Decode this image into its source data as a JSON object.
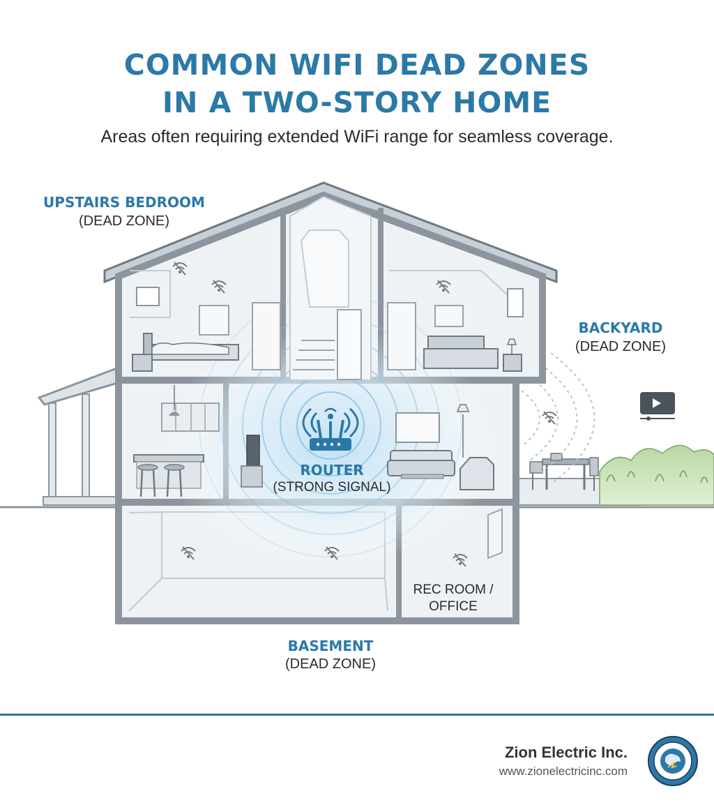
{
  "title_line1": "COMMON WIFI DEAD ZONES",
  "title_line2": "IN A TWO-STORY HOME",
  "subtitle": "Areas often requiring extended WiFi range for seamless coverage.",
  "labels": {
    "upstairs_title": "UPSTAIRS BEDROOM",
    "upstairs_status": "(DEAD ZONE)",
    "backyard_title": "BACKYARD",
    "backyard_status": "(DEAD ZONE)",
    "router_title": "ROUTER",
    "router_status": "(STRONG SIGNAL)",
    "rec_line1": "REC ROOM /",
    "rec_line2": "OFFICE",
    "basement_title": "BASEMENT",
    "basement_status": "(DEAD ZONE)"
  },
  "footer": {
    "company": "Zion Electric Inc.",
    "url": "www.zionelectricinc.com"
  },
  "colors": {
    "accent": "#2b79a7",
    "wall": "#8c959d",
    "wall_fill": "#eef2f5",
    "signal": "#7fb8dd"
  },
  "icons": {
    "router": "router-icon",
    "dead_zone": "wifi-off-icon",
    "video": "video-play-icon"
  }
}
